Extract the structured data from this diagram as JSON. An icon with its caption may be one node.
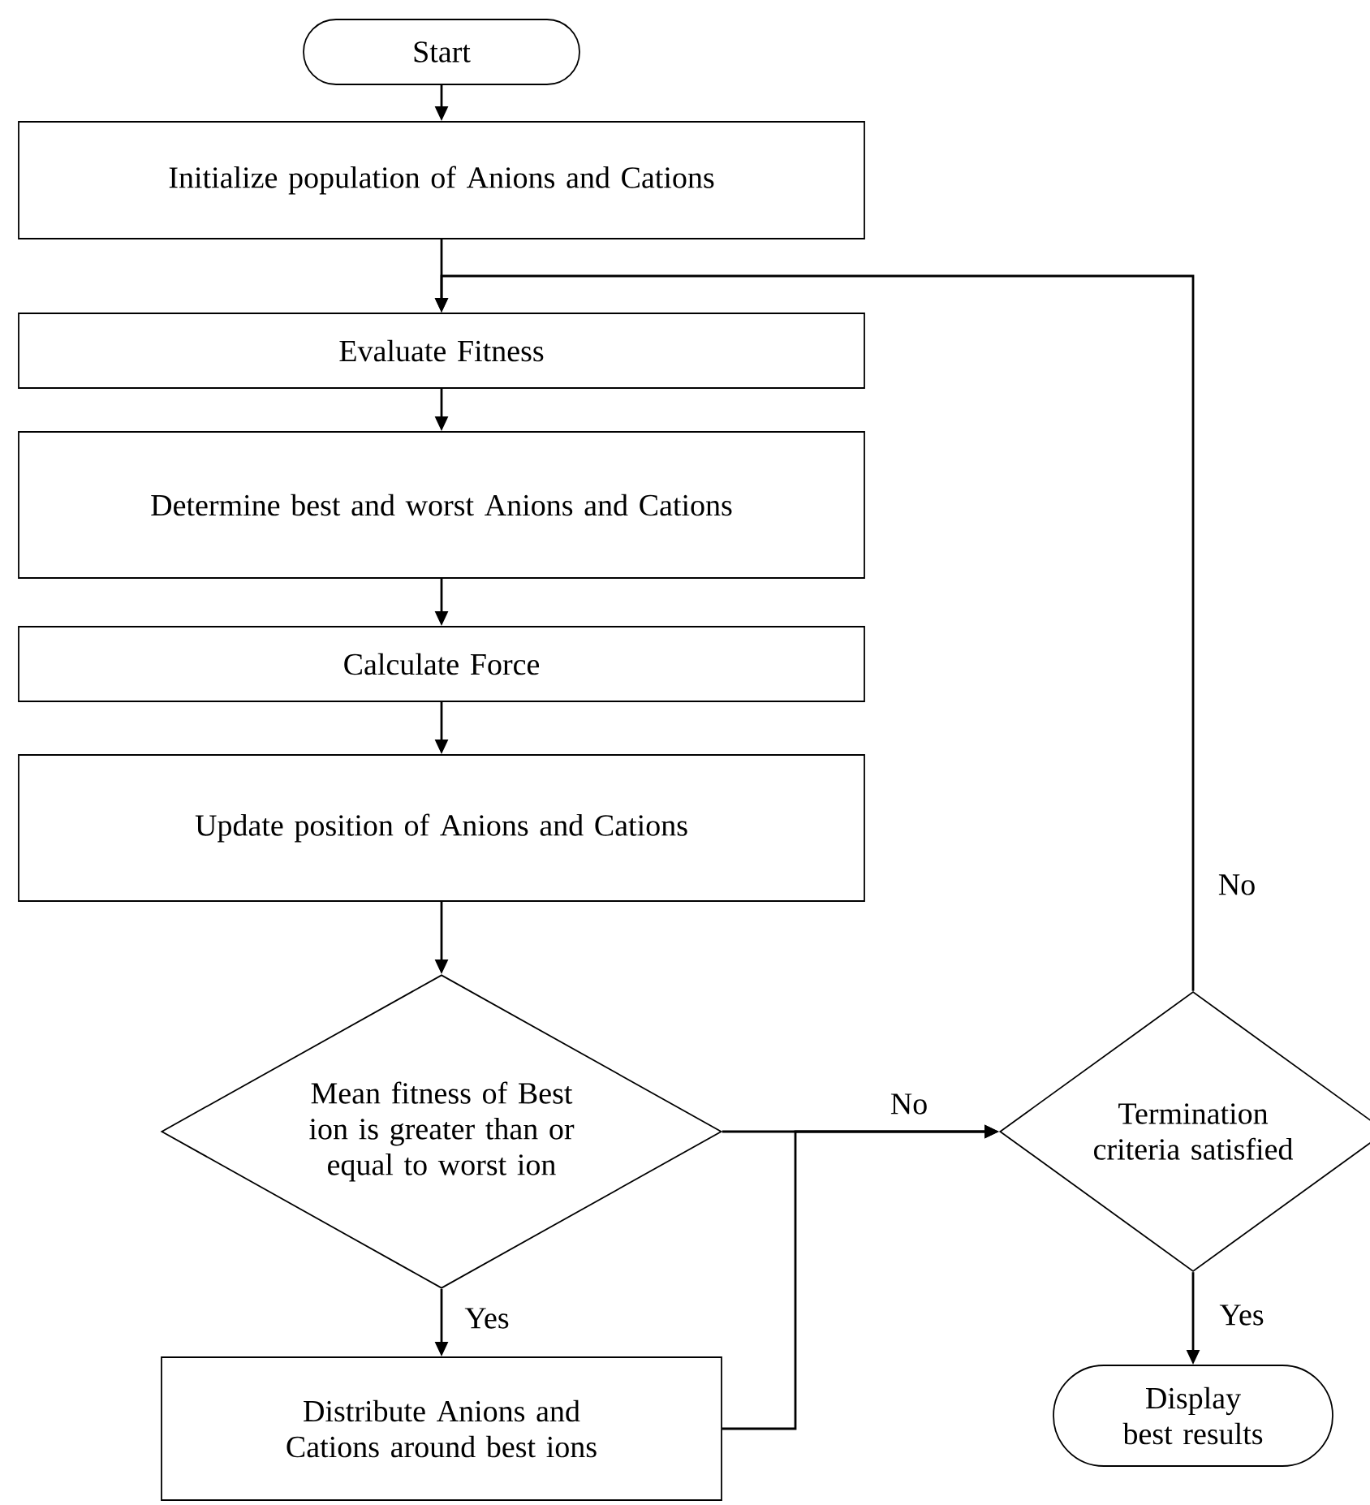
{
  "diagram": {
    "nodes": [
      {
        "text": [
          "Start"
        ]
      },
      {
        "text": [
          "Initialize population of Anions and Cations"
        ]
      },
      {
        "text": [
          "Evaluate Fitness"
        ]
      },
      {
        "text": [
          "Determine best and worst Anions and Cations"
        ]
      },
      {
        "text": [
          "Calculate Force"
        ]
      },
      {
        "text": [
          "Update position of Anions and Cations"
        ]
      },
      {
        "text": [
          "Mean fitness of Best ion is greater than or equal to worst ion"
        ]
      },
      {
        "text": [
          "Distribute Anions and Cations around best ions"
        ]
      },
      {
        "text": [
          "Termination criteria satisfied"
        ]
      },
      {
        "text": [
          "Display best results"
        ]
      }
    ],
    "edges": [
      {
        "from": 0,
        "to": 1,
        "arrow": "to"
      },
      {
        "from": 1,
        "to": 2,
        "arrow": "to"
      },
      {
        "from": 2,
        "to": 3,
        "arrow": "to"
      },
      {
        "from": 3,
        "to": 4,
        "arrow": "to"
      },
      {
        "from": 4,
        "to": 5,
        "arrow": "to"
      },
      {
        "from": 5,
        "to": 6,
        "arrow": "to"
      },
      {
        "from": 6,
        "to": 7,
        "arrow": "to",
        "label": "Yes"
      },
      {
        "from": 6,
        "to": 8,
        "arrow": "to",
        "label": "No"
      },
      {
        "from": 7,
        "to": 8,
        "arrow": "to"
      },
      {
        "from": 8,
        "to": 2,
        "arrow": "to",
        "label": "No"
      },
      {
        "from": 8,
        "to": 9,
        "arrow": "to",
        "label": "Yes"
      }
    ]
  }
}
